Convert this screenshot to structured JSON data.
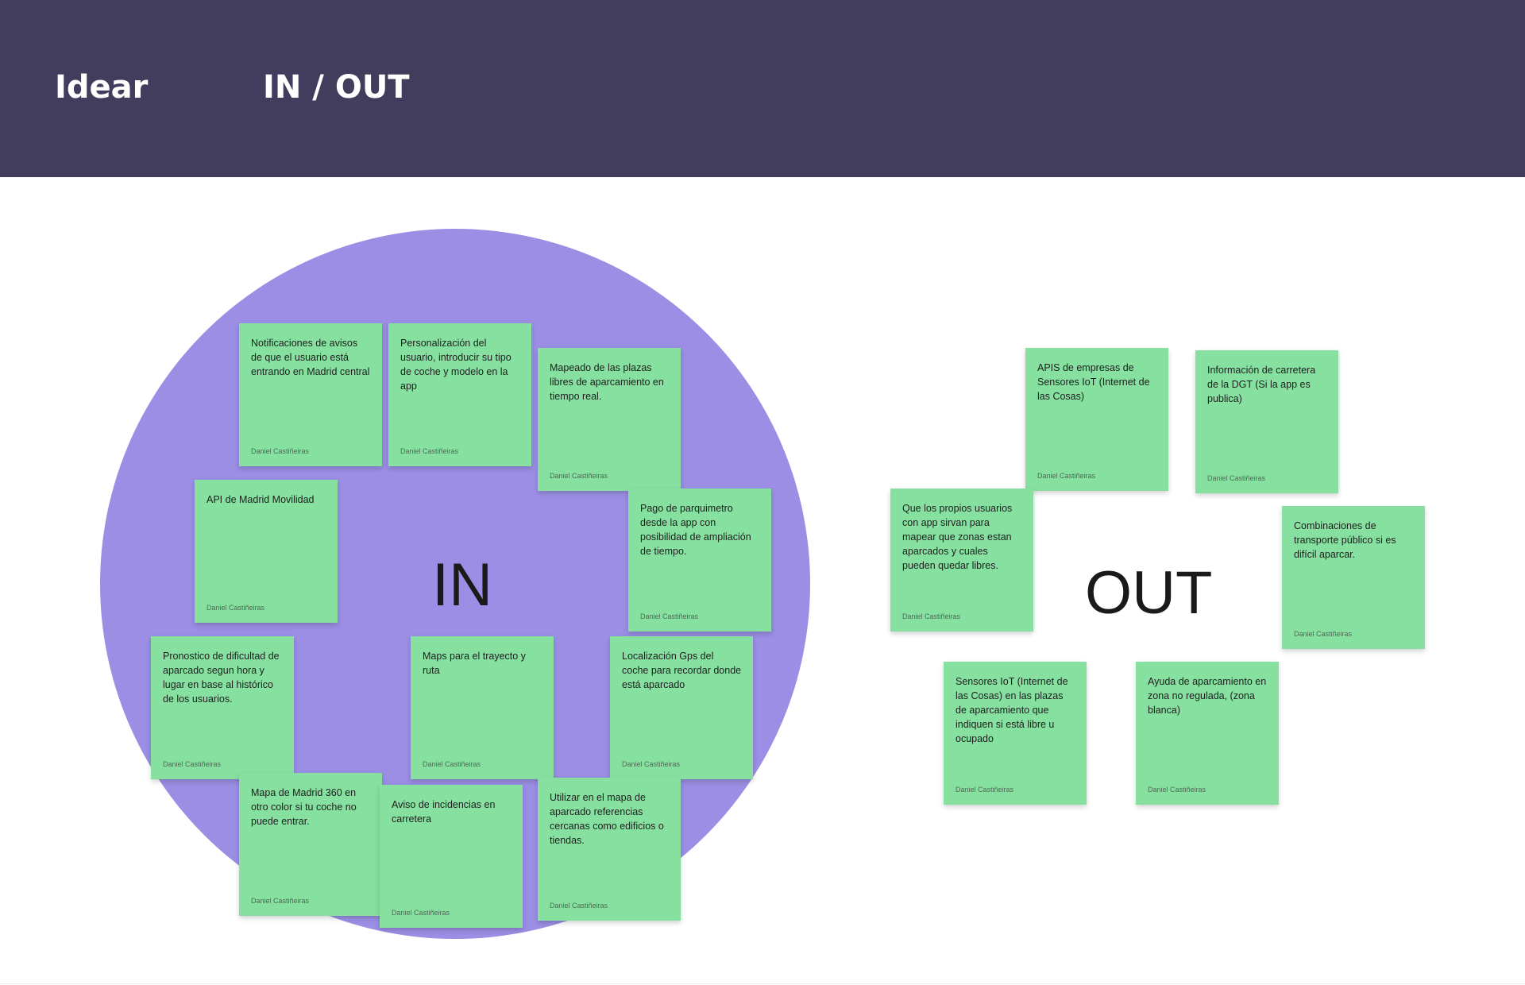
{
  "header": {
    "section": "Idear",
    "title": "IN / OUT"
  },
  "colors": {
    "header_bg": "#423d5c",
    "circle": "#9b8ee4",
    "note": "#86e0a0"
  },
  "labels": {
    "in": "IN",
    "out": "OUT"
  },
  "in_notes": [
    {
      "text": "Notificaciones de avisos de que el usuario está entrando en Madrid central",
      "author": "Daniel Castiñeiras"
    },
    {
      "text": "Personalización del usuario, introducir su tipo de coche y modelo en la app",
      "author": "Daniel Castiñeiras"
    },
    {
      "text": "Mapeado de las plazas libres de aparcamiento en tiempo real.",
      "author": "Daniel Castiñeiras"
    },
    {
      "text": "API de Madrid Movilidad",
      "author": "Daniel Castiñeiras"
    },
    {
      "text": "Pago de parquimetro desde la app con posibilidad de ampliación de tiempo.",
      "author": "Daniel Castiñeiras"
    },
    {
      "text": "Pronostico de dificultad de aparcado segun hora y lugar en base al histórico de los usuarios.",
      "author": "Daniel Castiñeiras"
    },
    {
      "text": "Maps para el trayecto y ruta",
      "author": "Daniel Castiñeiras"
    },
    {
      "text": "Localización Gps del coche para recordar donde está aparcado",
      "author": "Daniel Castiñeiras"
    },
    {
      "text": "Mapa de Madrid 360 en otro color si tu coche no puede entrar.",
      "author": "Daniel Castiñeiras"
    },
    {
      "text": "Aviso de incidencias en carretera",
      "author": "Daniel Castiñeiras"
    },
    {
      "text": "Utilizar en el mapa de aparcado referencias cercanas como edificios o tiendas.",
      "author": "Daniel Castiñeiras"
    }
  ],
  "out_notes": [
    {
      "text": "APIS de empresas de Sensores IoT (Internet de las Cosas)",
      "author": "Daniel Castiñeiras"
    },
    {
      "text": "Información de carretera de la DGT (Si la app es publica)",
      "author": "Daniel Castiñeiras"
    },
    {
      "text": "Que los propios usuarios con app sirvan para mapear que zonas estan aparcados y cuales pueden quedar libres.",
      "author": "Daniel Castiñeiras"
    },
    {
      "text": "Combinaciones de transporte público si es difícil aparcar.",
      "author": "Daniel Castiñeiras"
    },
    {
      "text": "Sensores IoT (Internet de las Cosas) en las plazas de aparcamiento que indiquen si está libre u ocupado",
      "author": "Daniel Castiñeiras"
    },
    {
      "text": "Ayuda de aparcamiento en zona no regulada, (zona blanca)",
      "author": "Daniel Castiñeiras"
    }
  ]
}
